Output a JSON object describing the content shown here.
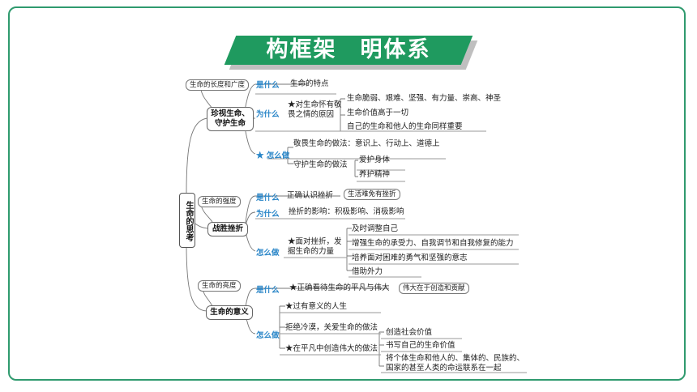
{
  "title": "构框架　明体系",
  "root": "生命的思考",
  "question_labels": {
    "what": "是什么",
    "why": "为什么",
    "how": "怎么做",
    "star_how": "★ 怎么做"
  },
  "branch1": {
    "note": "生命的长度和广度",
    "node": "珍视生命、守护生命",
    "what": "生命的特点",
    "why_reason": "★对生命怀有敬畏之情的原因",
    "why_items": [
      "生命脆弱、艰难、坚强、有力量、崇高、神圣",
      "生命价值高于一切",
      "自己的生命和他人的生命同样重要"
    ],
    "how_items": [
      "敬畏生命的做法：意识上、行动上、道德上",
      "守护生命的做法"
    ],
    "guard_items": [
      "爱护身体",
      "养护精神"
    ]
  },
  "branch2": {
    "note": "生命的强度",
    "node": "战胜挫折",
    "what": "正确认识挫折",
    "what_note": "生活难免有挫折",
    "why": "挫折的影响：积极影响、消极影响",
    "how_head": "★面对挫折，发掘生命的力量",
    "how_items": [
      "及时调整自己",
      "增强生命的承受力、自我调节和自我修复的能力",
      "培养面对困难的勇气和坚强的意志",
      "借助外力"
    ]
  },
  "branch3": {
    "note": "生命的亮度",
    "node": "生命的意义",
    "what": "★正确看待生命的平凡与伟大",
    "what_note": "伟大在于创造和贡献",
    "how_items": [
      "★过有意义的人生",
      "拒绝冷漠，关爱生命的做法",
      "★在平凡中创造伟大的做法"
    ],
    "great_items": [
      "创造社会价值",
      "书写自己的生命价值",
      "将个体生命和他人的、集体的、民族的、国家的甚至人类的命运联系在一起"
    ]
  },
  "colors": {
    "banner": "#1f9a5f",
    "frame": "#2f9a6e",
    "question": "#2a86c8"
  }
}
